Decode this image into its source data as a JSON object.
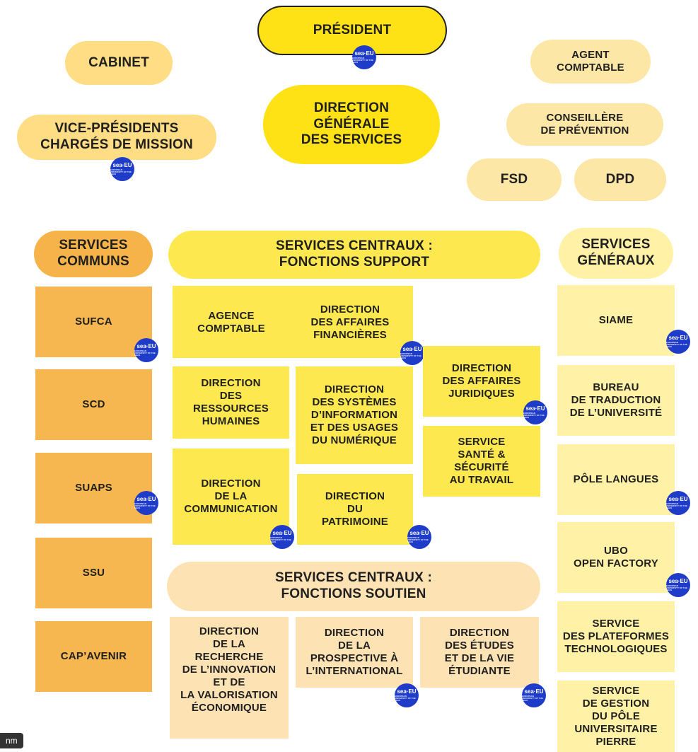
{
  "top": {
    "president": "PRÉSIDENT",
    "cabinet": "CABINET",
    "agent_comptable": "AGENT\nCOMPTABLE",
    "direction_generale": "DIRECTION\nGÉNÉRALE\nDES SERVICES",
    "vice_presidents": "VICE-PRÉSIDENTS\nCHARGÉS DE MISSION",
    "conseillere": "CONSEILLÈRE\nDE PRÉVENTION",
    "fsd": "FSD",
    "dpd": "DPD"
  },
  "headers": {
    "services_communs": "SERVICES\nCOMMUNS",
    "fonctions_support": "SERVICES CENTRAUX :\nFONCTIONS SUPPORT",
    "services_generaux": "SERVICES\nGÉNÉRAUX",
    "fonctions_soutien": "SERVICES CENTRAUX :\nFONCTIONS SOUTIEN"
  },
  "services_communs": [
    "SUFCA",
    "SCD",
    "SUAPS",
    "SSU",
    "CAP’AVENIR"
  ],
  "support": {
    "agence_comptable": "AGENCE\nCOMPTABLE",
    "affaires_financieres": "DIRECTION\nDES AFFAIRES\nFINANCIÈRES",
    "affaires_juridiques": "DIRECTION\nDES AFFAIRES\nJURIDIQUES",
    "ressources_humaines": "DIRECTION\nDES\nRESSOURCES\nHUMAINES",
    "systemes_information": "DIRECTION\nDES SYSTÈMES\nD’INFORMATION\nET DES USAGES\nDU NUMÉRIQUE",
    "sante_securite": "SERVICE\nSANTÉ &\nSÉCURITÉ\nAU TRAVAIL",
    "communication": "DIRECTION\nDE LA\nCOMMUNICATION",
    "patrimoine": "DIRECTION\nDU\nPATRIMOINE"
  },
  "soutien": {
    "recherche": "DIRECTION\nDE LA\nRECHERCHE\nDE L’INNOVATION\nET DE\nLA VALORISATION\nÉCONOMIQUE",
    "prospective": "DIRECTION\nDE LA\nPROSPECTIVE À\nL’INTERNATIONAL",
    "etudes": "DIRECTION\nDES ÉTUDES\nET DE LA VIE\nÉTUDIANTE"
  },
  "services_generaux": [
    "SIAME",
    "BUREAU\nDE TRADUCTION\nDE L’UNIVERSITÉ",
    "PÔLE LANGUES",
    "UBO\nOPEN FACTORY",
    "SERVICE\nDES PLATEFORMES\nTECHNOLOGIQUES",
    "SERVICE\nDE GESTION\nDU PÔLE\nUNIVERSITAIRE\nPIERRE"
  ],
  "seal": {
    "label": "sea·EU",
    "subtitle": "EUROPEAN UNIVERSITY OF THE SEAS"
  },
  "badge": {
    "text": "nm"
  },
  "colors": {
    "gold": "#ffe216",
    "orange": "#f7b750",
    "yellow": "#fde94f",
    "peach": "#fde2b4",
    "seal_blue": "#1e3cc8"
  }
}
